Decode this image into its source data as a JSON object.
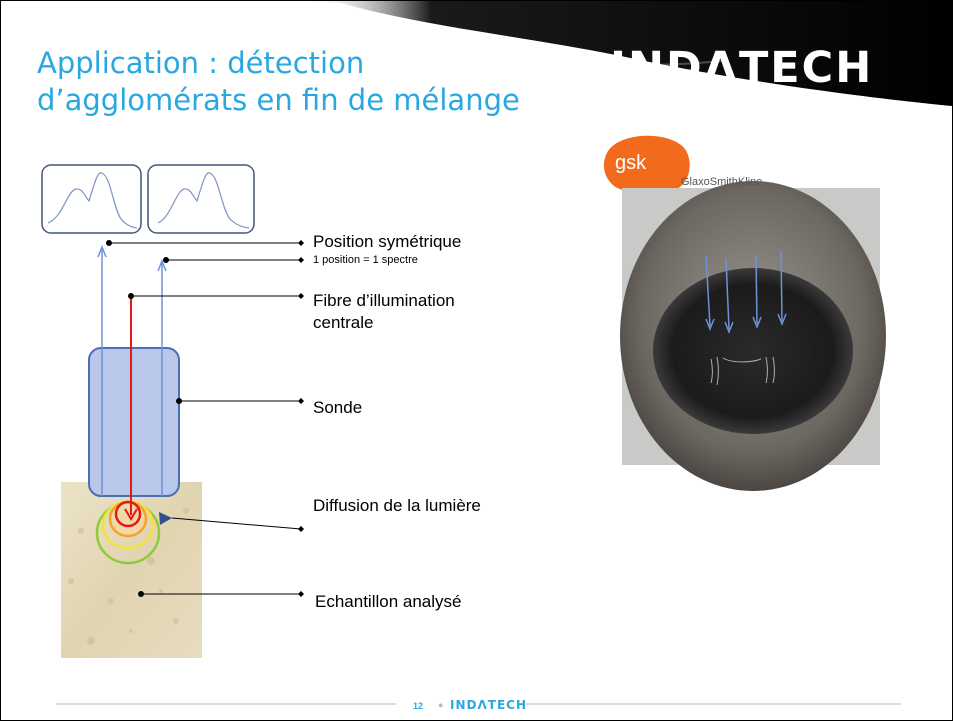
{
  "slide": {
    "title_line1": "Application : détection",
    "title_line2": "d’agglomérats en fin de mélange",
    "logo": "INDΛTECH",
    "page_number": "12",
    "footer_brand": "INDΛTECH"
  },
  "callouts": {
    "position": "Position symétrique",
    "position_note": "1 position = 1 spectre",
    "fibre_line1": "Fibre d’illumination",
    "fibre_line2": "centrale",
    "sonde": "Sonde",
    "diffusion": "Diffusion de la lumière",
    "echantillon": "Echantillon analysé"
  },
  "photo": {
    "brand_logo": "gsk",
    "brand_name": "GlaxoSmithKline"
  },
  "colors": {
    "title": "#29a8e0",
    "probe_fill": "#b8c7ea",
    "probe_stroke": "#4a6fb3",
    "illumination": "#e81818",
    "detection": "#6f93d6",
    "gsk_orange": "#f26b1d"
  }
}
